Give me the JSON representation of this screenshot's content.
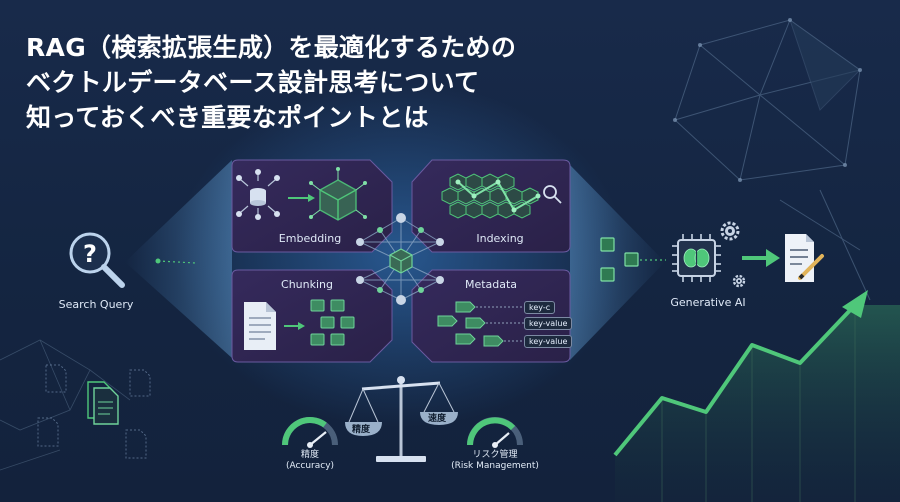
{
  "title_lines": [
    "RAG（検索拡張生成）を最適化するための",
    "ベクトルデータベース設計思考について",
    "知っておくべき重要なポイントとは"
  ],
  "labels": {
    "search_query": "Search Query",
    "embedding": "Embedding",
    "indexing": "Indexing",
    "chunking": "Chunking",
    "metadata": "Metadata",
    "generative_ai": "Generative AI"
  },
  "metadata_tags": [
    "key-c",
    "key-value",
    "key-value"
  ],
  "balance": {
    "left_pan": "精度",
    "right_pan": "速度"
  },
  "gauges": [
    {
      "label": "精度",
      "sub": "(Accuracy)"
    },
    {
      "label": "リスク管理",
      "sub": "(Risk Management)"
    }
  ],
  "icons": [
    "search-icon",
    "document-icon",
    "chip-icon",
    "gear-icon",
    "edit-document-icon",
    "cube-icon",
    "database-icon",
    "balance-scale-icon",
    "gauge-icon",
    "trend-up-icon"
  ],
  "colors": {
    "accent_green": "#4fc77a",
    "panel_purple": "#2e2550",
    "background": "#162845"
  }
}
